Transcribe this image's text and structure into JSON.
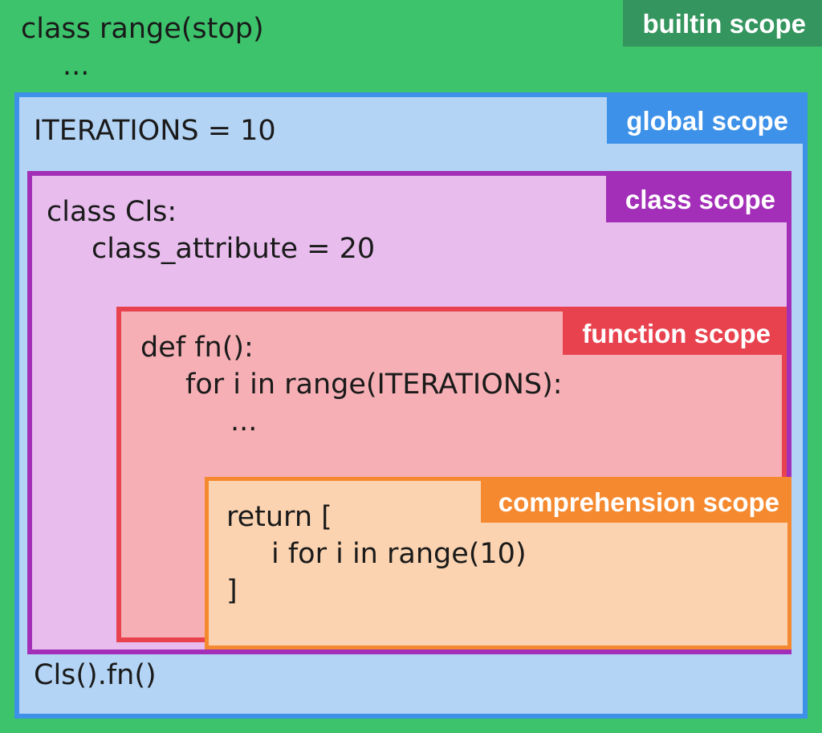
{
  "diagram": {
    "title": "Python scope nesting diagram",
    "scopes": [
      {
        "id": "builtin",
        "label": "builtin scope",
        "fill_color": "#3cc36b",
        "label_color": "#35955e",
        "code_lines": [
          "class range(stop)",
          "..."
        ]
      },
      {
        "id": "global",
        "label": "global scope",
        "fill_color": "#b3d4f5",
        "border_color": "#3d91e8",
        "label_color": "#3d91e8",
        "code_lines": [
          "ITERATIONS = 10"
        ],
        "code_lines_bottom": [
          "Cls().fn()"
        ]
      },
      {
        "id": "class",
        "label": "class scope",
        "fill_color": "#e8bdee",
        "border_color": "#a32fb8",
        "label_color": "#a32fb8",
        "code_lines": [
          "class Cls:",
          "class_attribute = 20"
        ]
      },
      {
        "id": "function",
        "label": "function scope",
        "fill_color": "#f6b0b5",
        "border_color": "#e8424f",
        "label_color": "#e8424f",
        "code_lines": [
          "def fn():",
          "for i in range(ITERATIONS):",
          "..."
        ]
      },
      {
        "id": "comprehension",
        "label": "comprehension scope",
        "fill_color": "#fbd3b0",
        "border_color": "#f5892f",
        "label_color": "#f5892f",
        "code_lines": [
          "return [",
          "i for i in range(10)",
          "]"
        ]
      }
    ]
  },
  "builtin": {
    "label": "builtin scope",
    "line1": "class range(stop)",
    "line2": "..."
  },
  "global": {
    "label": "global scope",
    "line1": "ITERATIONS = 10",
    "bottom_line": "Cls().fn()"
  },
  "classscope": {
    "label": "class scope",
    "line1": "class Cls:",
    "line2": "class_attribute = 20"
  },
  "functionscope": {
    "label": "function scope",
    "line1": "def fn():",
    "line2": "for i in range(ITERATIONS):",
    "line3": "..."
  },
  "comprehension": {
    "label": "comprehension scope",
    "line1": "return [",
    "line2": "i for i in range(10)",
    "line3": "]"
  }
}
